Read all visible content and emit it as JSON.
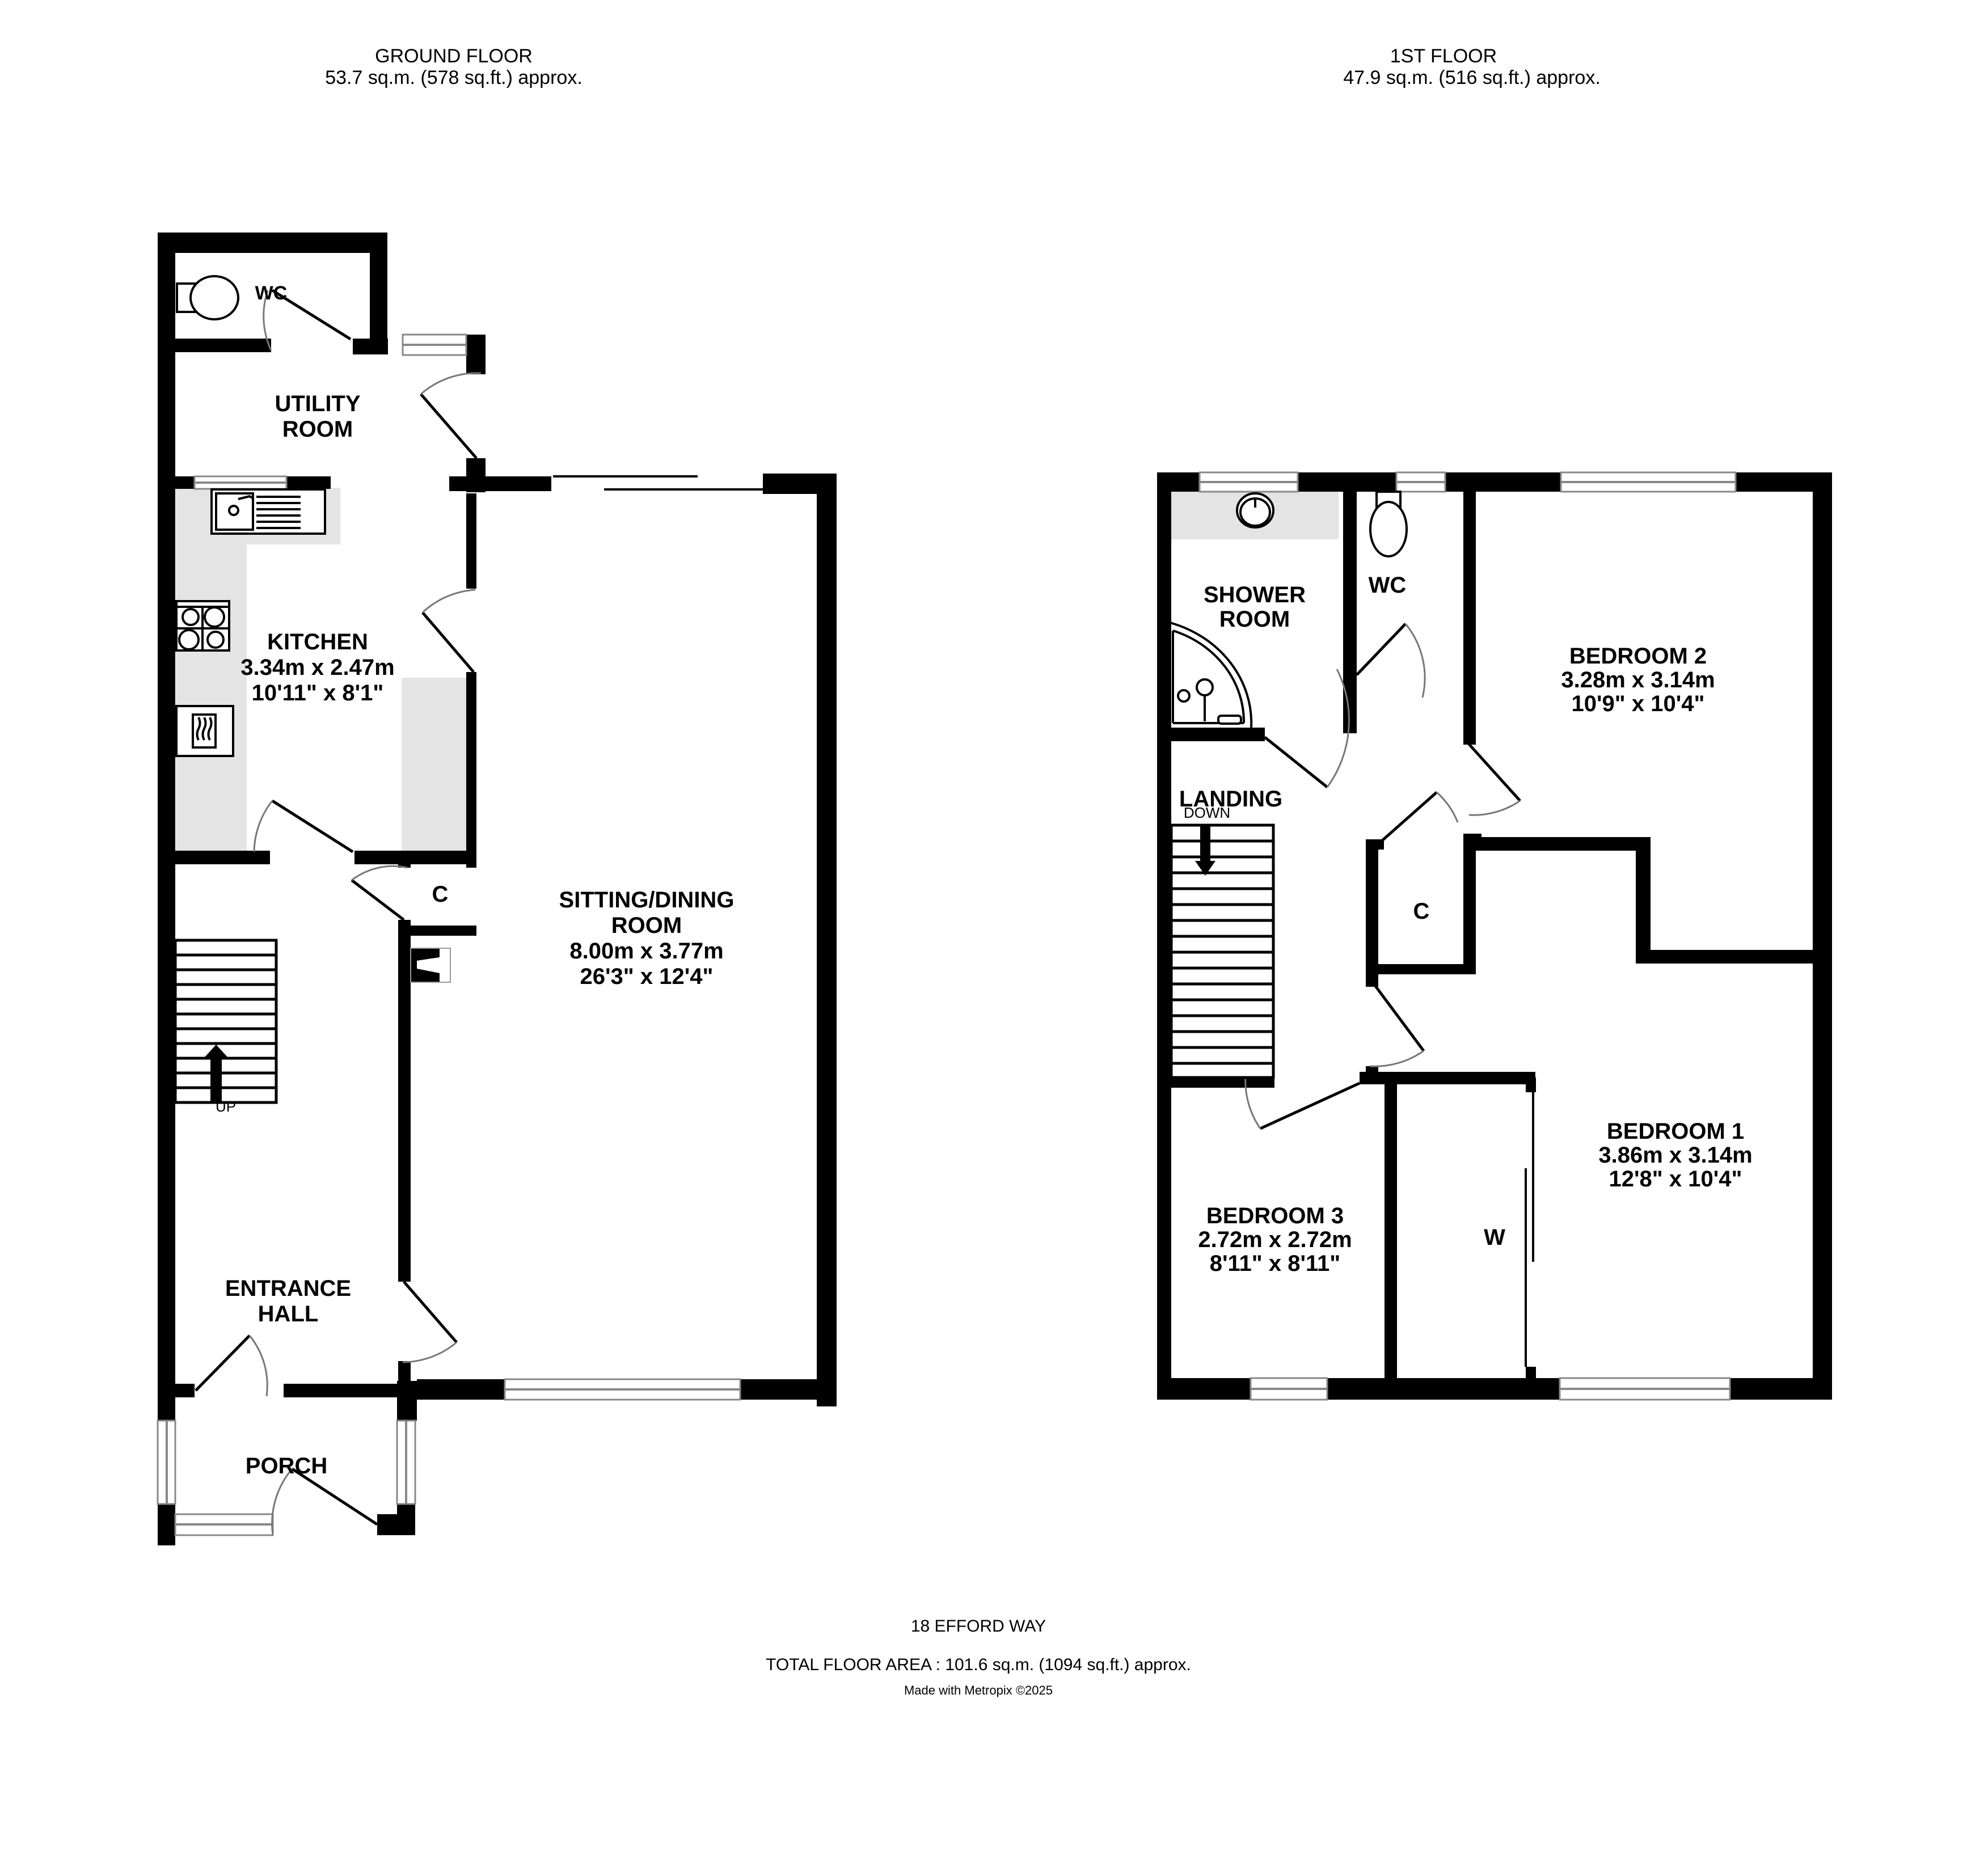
{
  "ground_floor": {
    "title": "GROUND FLOOR",
    "area": "53.7 sq.m. (578 sq.ft.) approx.",
    "rooms": {
      "wc": {
        "label": "WC"
      },
      "utility": {
        "label_line1": "UTILITY",
        "label_line2": "ROOM"
      },
      "kitchen": {
        "label": "KITCHEN",
        "dim_metric": "3.34m  x 2.47m",
        "dim_imperial": "10'11\"  x 8'1\""
      },
      "sitting_dining": {
        "label_line1": "SITTING/DINING",
        "label_line2": "ROOM",
        "dim_metric": "8.00m  x 3.77m",
        "dim_imperial": "26'3\"  x 12'4\""
      },
      "cupboard": {
        "label": "C"
      },
      "entrance_hall": {
        "label_line1": "ENTRANCE",
        "label_line2": "HALL"
      },
      "porch": {
        "label": "PORCH"
      }
    },
    "stairs_label": "UP"
  },
  "first_floor": {
    "title": "1ST FLOOR",
    "area": "47.9 sq.m. (516 sq.ft.) approx.",
    "rooms": {
      "shower_room": {
        "label_line1": "SHOWER",
        "label_line2": "ROOM"
      },
      "wc": {
        "label": "WC"
      },
      "bedroom2": {
        "label": "BEDROOM 2",
        "dim_metric": "3.28m  x 3.14m",
        "dim_imperial": "10'9\"  x 10'4\""
      },
      "landing": {
        "label": "LANDING"
      },
      "cupboard": {
        "label": "C"
      },
      "bedroom1": {
        "label": "BEDROOM 1",
        "dim_metric": "3.86m  x 3.14m",
        "dim_imperial": "12'8\"  x 10'4\""
      },
      "bedroom3": {
        "label": "BEDROOM 3",
        "dim_metric": "2.72m  x 2.72m",
        "dim_imperial": "8'11\"  x 8'11\""
      },
      "wardrobe": {
        "label": "W"
      }
    },
    "stairs_label": "DOWN"
  },
  "footer": {
    "address": "18 EFFORD WAY",
    "total_area": "TOTAL FLOOR AREA : 101.6 sq.m. (1094 sq.ft.) approx.",
    "credit": "Made with Metropix ©2025"
  },
  "colors": {
    "wall": "#000000",
    "fixture_fill": "#e4e4e4",
    "window_line": "#888888",
    "background": "#ffffff"
  }
}
